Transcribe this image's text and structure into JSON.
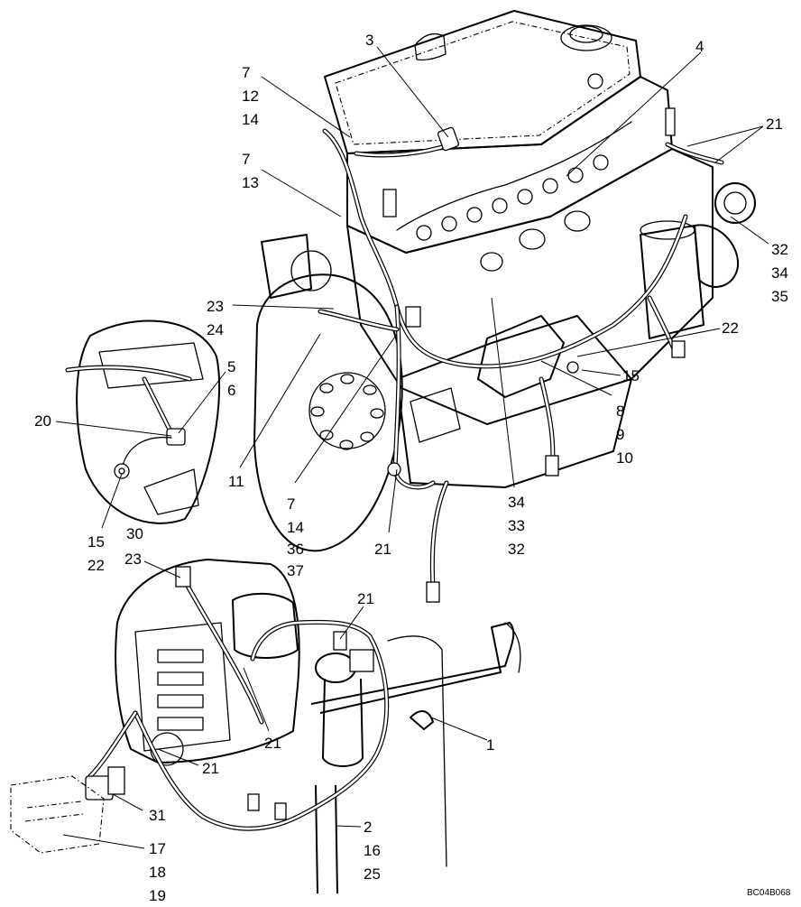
{
  "diagram": {
    "reference_code": "BC04B068",
    "callouts": [
      {
        "id": "c-3",
        "lines": [
          "3"
        ]
      },
      {
        "id": "c-4",
        "lines": [
          "4"
        ]
      },
      {
        "id": "c-7a",
        "lines": [
          "7",
          "12",
          "14"
        ]
      },
      {
        "id": "c-7b",
        "lines": [
          "7",
          "13"
        ]
      },
      {
        "id": "c-21a",
        "lines": [
          "21"
        ]
      },
      {
        "id": "c-32a",
        "lines": [
          "32",
          "34",
          "35"
        ]
      },
      {
        "id": "c-23a",
        "lines": [
          "23",
          "24"
        ]
      },
      {
        "id": "c-22a",
        "lines": [
          "22"
        ]
      },
      {
        "id": "c-15a",
        "lines": [
          "15"
        ]
      },
      {
        "id": "c-8",
        "lines": [
          "8",
          "9",
          "10"
        ]
      },
      {
        "id": "c-5",
        "lines": [
          "5",
          "6"
        ]
      },
      {
        "id": "c-20",
        "lines": [
          "20"
        ]
      },
      {
        "id": "c-11",
        "lines": [
          "11"
        ]
      },
      {
        "id": "c-7c",
        "lines": [
          "7",
          "14",
          "36",
          "37"
        ]
      },
      {
        "id": "c-34",
        "lines": [
          "34",
          "33",
          "32"
        ]
      },
      {
        "id": "c-21b",
        "lines": [
          "21"
        ]
      },
      {
        "id": "c-15b",
        "lines": [
          "15",
          "22"
        ]
      },
      {
        "id": "c-30",
        "lines": [
          "30"
        ]
      },
      {
        "id": "c-23b",
        "lines": [
          "23"
        ]
      },
      {
        "id": "c-21c",
        "lines": [
          "21"
        ]
      },
      {
        "id": "c-1",
        "lines": [
          "1"
        ]
      },
      {
        "id": "c-21d",
        "lines": [
          "21"
        ]
      },
      {
        "id": "c-21e",
        "lines": [
          "21"
        ]
      },
      {
        "id": "c-31",
        "lines": [
          "31"
        ]
      },
      {
        "id": "c-2",
        "lines": [
          "2",
          "16",
          "25"
        ]
      },
      {
        "id": "c-17",
        "lines": [
          "17",
          "18",
          "19"
        ]
      }
    ]
  }
}
